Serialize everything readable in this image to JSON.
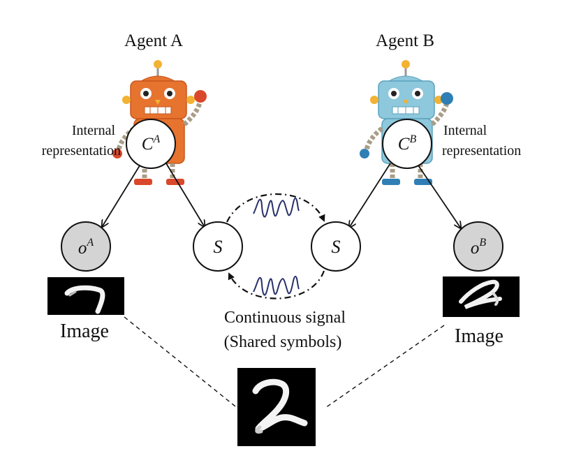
{
  "agent_a": {
    "name": "Agent A",
    "internal_label_line1": "Internal",
    "internal_label_line2": "representation",
    "concept_base": "C",
    "concept_sup": "A",
    "observation_base": "o",
    "observation_sup": "A",
    "signal_symbol": "S",
    "image_caption": "Image",
    "robot_color": "#e6742f"
  },
  "agent_b": {
    "name": "Agent B",
    "internal_label_line1": "Internal",
    "internal_label_line2": "representation",
    "concept_base": "C",
    "concept_sup": "B",
    "observation_base": "o",
    "observation_sup": "B",
    "signal_symbol": "S",
    "image_caption": "Image",
    "robot_color": "#8ec8dc"
  },
  "signal": {
    "line1": "Continuous signal",
    "line2": "(Shared symbols)"
  },
  "colors": {
    "observed_node_fill": "#d4d4d4",
    "wave_color": "#27306b"
  }
}
